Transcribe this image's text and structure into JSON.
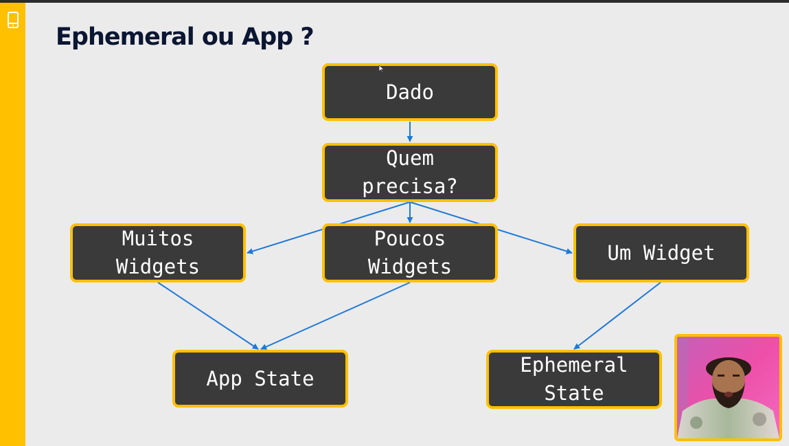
{
  "slide": {
    "title": "Ephemeral ou App ?"
  },
  "diagram": {
    "nodes": {
      "dado": "Dado",
      "quem_precisa": "Quem\nprecisa?",
      "muitos_widgets": "Muitos\nWidgets",
      "poucos_widgets": "Poucos\nWidgets",
      "um_widget": "Um Widget",
      "app_state": "App State",
      "ephemeral_state": "Ephemeral\nState"
    },
    "edges": [
      [
        "dado",
        "quem_precisa"
      ],
      [
        "quem_precisa",
        "muitos_widgets"
      ],
      [
        "quem_precisa",
        "poucos_widgets"
      ],
      [
        "quem_precisa",
        "um_widget"
      ],
      [
        "muitos_widgets",
        "app_state"
      ],
      [
        "poucos_widgets",
        "app_state"
      ],
      [
        "um_widget",
        "ephemeral_state"
      ]
    ]
  },
  "colors": {
    "accent": "#ffc000",
    "node_fill": "#3a3a3a",
    "edge": "#1f78d8",
    "title": "#0b1633"
  },
  "icons": {
    "sidebar": "phone-icon",
    "pointer": "mouse-cursor-icon"
  },
  "webcam": {
    "content": "presenter-video"
  }
}
